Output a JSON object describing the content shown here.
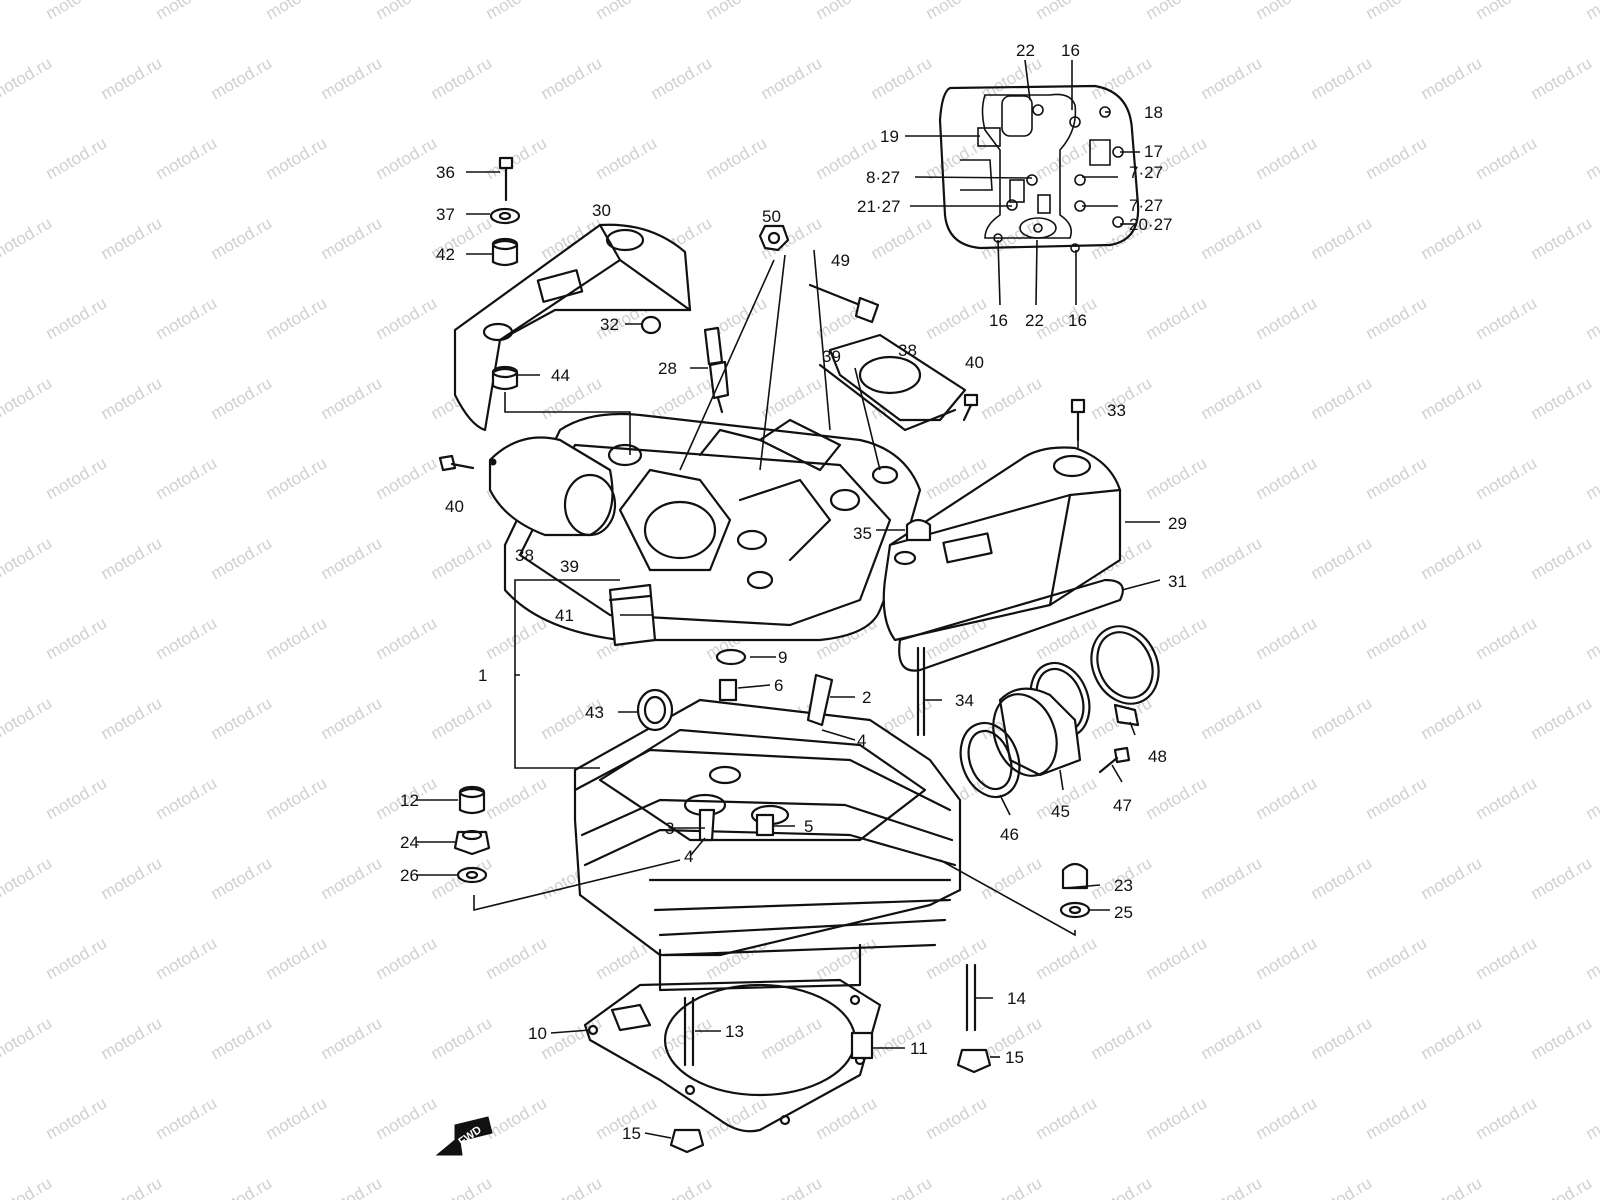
{
  "watermark": "motod.ru",
  "direction_label": "FWD",
  "callouts": {
    "c1": "1",
    "c2": "2",
    "c3": "3",
    "c4a": "4",
    "c4b": "4",
    "c5": "5",
    "c6": "6",
    "c9": "9",
    "c10": "10",
    "c11": "11",
    "c12": "12",
    "c13": "13",
    "c14": "14",
    "c15a": "15",
    "c15b": "15",
    "c16a": "16",
    "c16b": "16",
    "c16c": "16",
    "c17": "17",
    "c18": "18",
    "c19": "19",
    "c20_27": "20·27",
    "c21_27": "21·27",
    "c22a": "22",
    "c22b": "22",
    "c23": "23",
    "c24": "24",
    "c25": "25",
    "c26": "26",
    "c28": "28",
    "c29": "29",
    "c30": "30",
    "c31": "31",
    "c32": "32",
    "c33": "33",
    "c34": "34",
    "c35": "35",
    "c36": "36",
    "c37": "37",
    "c38a": "38",
    "c38b": "38",
    "c39a": "39",
    "c39b": "39",
    "c40a": "40",
    "c40b": "40",
    "c41": "41",
    "c42": "42",
    "c43": "43",
    "c44": "44",
    "c45": "45",
    "c46": "46",
    "c47": "47",
    "c48": "48",
    "c49": "49",
    "c50": "50",
    "c7_27a": "7·27",
    "c7_27b": "7·27",
    "c8_27": "8·27"
  },
  "colors": {
    "line": "#111111",
    "watermark": "#d0d0d0",
    "background": "#ffffff"
  }
}
